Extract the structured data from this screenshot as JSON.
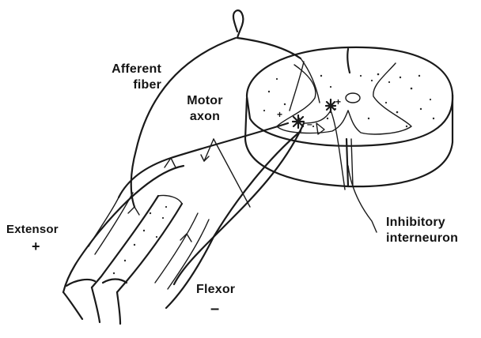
{
  "labels": {
    "afferent_fiber": [
      "Afferent",
      "fiber"
    ],
    "motor_axon": [
      "Motor",
      "axon"
    ],
    "extensor": "Extensor",
    "extensor_sign": "+",
    "flexor": "Flexor",
    "flexor_sign": "–",
    "inhibitory_interneuron": [
      "Inhibitory",
      "interneuron"
    ],
    "synapse_signs": [
      "+",
      "+",
      "–"
    ]
  },
  "colors": {
    "ink": "#1a1a1a",
    "paper": "#ffffff"
  }
}
